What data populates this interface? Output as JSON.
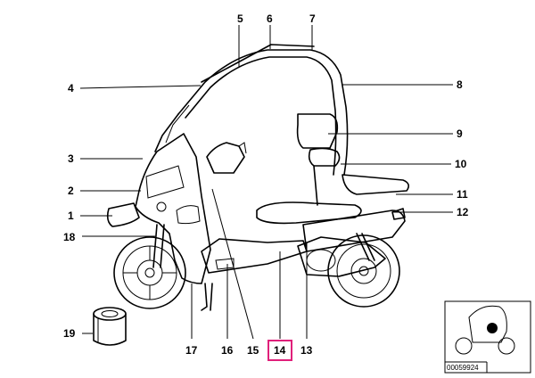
{
  "labels": {
    "n1": "1",
    "n2": "2",
    "n3": "3",
    "n4": "4",
    "n5": "5",
    "n6": "6",
    "n7": "7",
    "n8": "8",
    "n9": "9",
    "n10": "10",
    "n11": "11",
    "n12": "12",
    "n13": "13",
    "n14": "14",
    "n15": "15",
    "n16": "16",
    "n17": "17",
    "n18": "18",
    "n19": "19"
  },
  "highlight": {
    "label": "14",
    "color": "#e0207a"
  },
  "inset": {
    "code": "00059924"
  }
}
